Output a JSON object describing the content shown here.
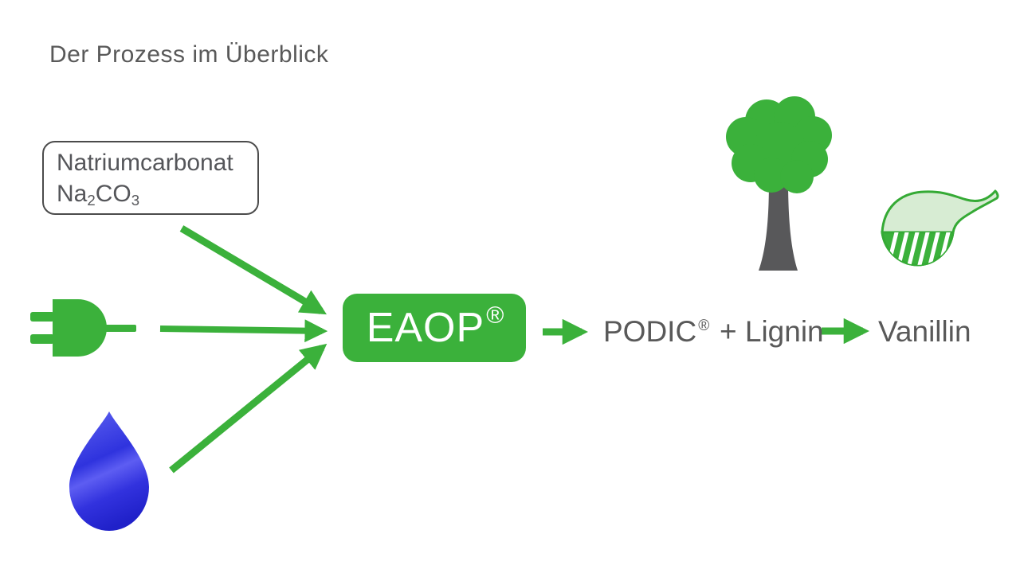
{
  "slide": {
    "title": "Der Prozess im Überblick"
  },
  "inputs": {
    "sodium_carbonate": {
      "name": "Natriumcarbonat",
      "formula_parts": [
        "Na",
        "2",
        "CO",
        "3"
      ]
    }
  },
  "process": {
    "label": "EAOP",
    "registered_mark": "®"
  },
  "outputs": {
    "podic_label": "PODIC",
    "podic_registered_mark": "®",
    "lignin_label": "+ Lignin",
    "vanillin_label": "Vanillin"
  },
  "icons": {
    "plug": "plug-icon",
    "water_drop": "water-drop-icon",
    "tree": "tree-icon",
    "vanilla_pod": "vanilla-pod-icon",
    "arrows": [
      "arrow-carbonate-to-eaop",
      "arrow-plug-to-eaop",
      "arrow-water-to-eaop",
      "arrow-eaop-to-podic",
      "arrow-lignin-to-vanillin"
    ]
  },
  "colors": {
    "green": "#3BB13B",
    "pod_outline_green": "#35AA35",
    "pod_light_green": "#D7ECD3",
    "text_gray": "#595959",
    "trunk_gray": "#58585A",
    "drop_blue_light": "#5B5FF0",
    "drop_blue_dark": "#2021C9"
  }
}
